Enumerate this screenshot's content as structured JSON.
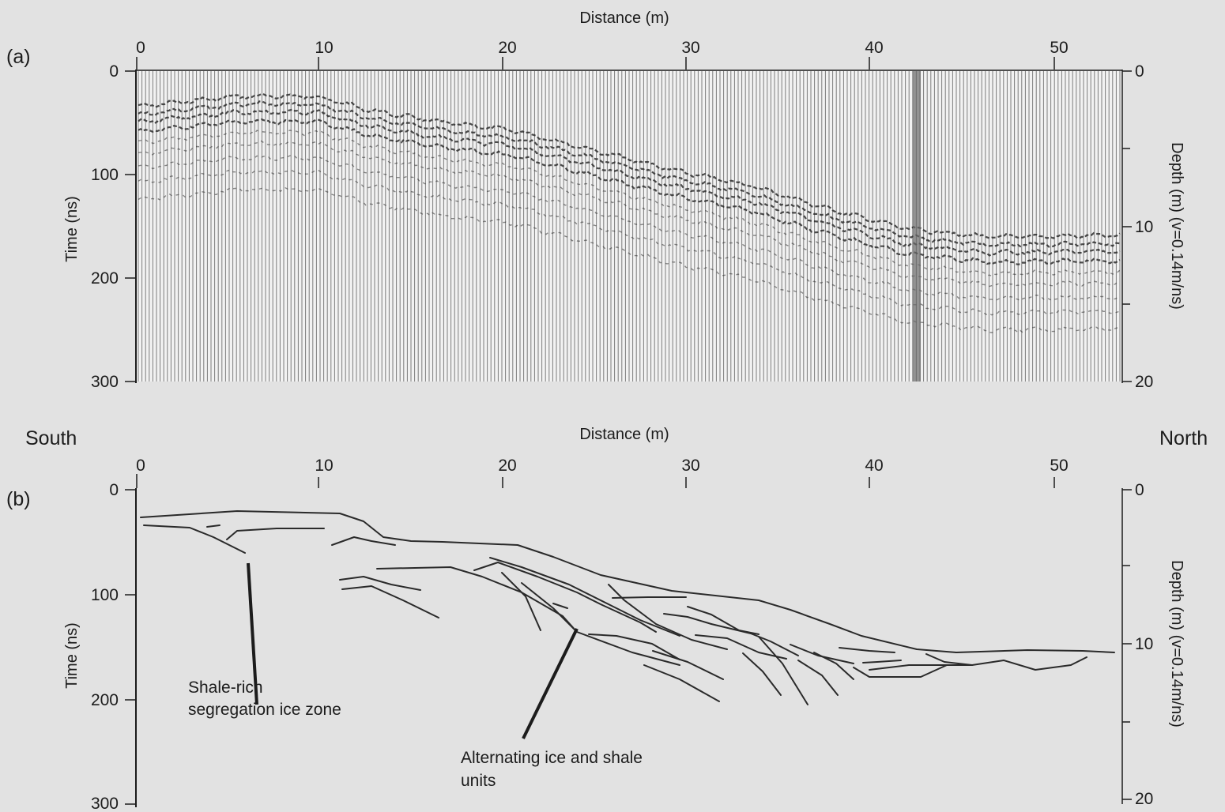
{
  "panel_a": {
    "label": "(a)",
    "x_title": "Distance (m)",
    "x_ticks": [
      "0",
      "10",
      "20",
      "30",
      "40",
      "50"
    ],
    "y_title": "Time (ns)",
    "y_ticks": [
      "0",
      "100",
      "200",
      "300"
    ],
    "y2_title": "Depth (m) (v=0.14m/ns)",
    "y2_ticks": [
      "0",
      "10",
      "20"
    ]
  },
  "panel_b": {
    "label": "(b)",
    "x_title": "Distance (m)",
    "x_ticks": [
      "0",
      "10",
      "20",
      "30",
      "40",
      "50"
    ],
    "y_title": "Time (ns)",
    "y_ticks": [
      "0",
      "100",
      "200",
      "300"
    ],
    "y2_title": "Depth (m) (v=0.14m/ns)",
    "y2_ticks": [
      "0",
      "10",
      "20"
    ],
    "annotations": {
      "shale_zone": [
        "Shale-rich",
        "segregation ice zone"
      ],
      "alternating": [
        "Alternating ice and shale",
        "units"
      ]
    }
  },
  "orientation": {
    "left": "South",
    "right": "North"
  },
  "colors": {
    "background": "#e2e2e2",
    "ink": "#1c1c1c"
  }
}
